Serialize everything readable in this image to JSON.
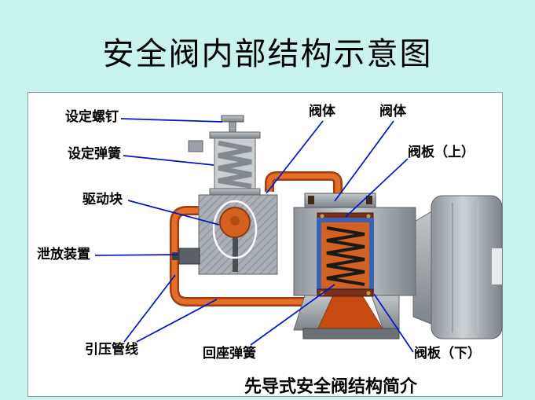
{
  "slide": {
    "title": "安全阀内部结构示意图",
    "caption": "先导式安全阀结构简介"
  },
  "diagram": {
    "labels": {
      "setting_screw": "设定螺钉",
      "setting_spring": "设定弹簧",
      "drive_block": "驱动块",
      "relief_device": "泄放装置",
      "valve_body_left": "阀体",
      "valve_body_right": "阀体",
      "valve_plate_upper": "阀板（上）",
      "pressure_pipelines": "引压管线",
      "reseat_spring": "回座弹簧",
      "valve_plate_lower": "阀板（下）"
    },
    "colors": {
      "background": "#c9f4ee",
      "panel": "#ffffff",
      "leader_line": "#0016c9",
      "pipe_orange": "#d4611f",
      "pipe_outline": "#a33d0e",
      "funnel_red": "#c94a10",
      "spring_box_border": "#3a63b8",
      "plate_brown": "#7a2f1a",
      "metal_gray": "#9aa0a6"
    }
  }
}
